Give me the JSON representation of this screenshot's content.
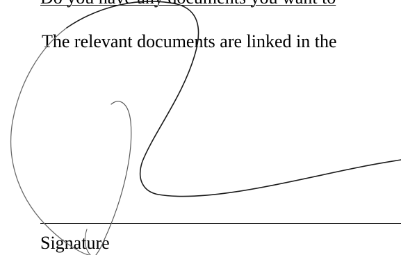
{
  "document": {
    "heading_partial": "Do you have any documents you want to",
    "body_line": "The relevant documents are linked in the",
    "signature_label": "Signature"
  },
  "signature_image": {
    "description_icon": "handwritten-signature-icon",
    "ink_color": "#1a1a1a"
  }
}
